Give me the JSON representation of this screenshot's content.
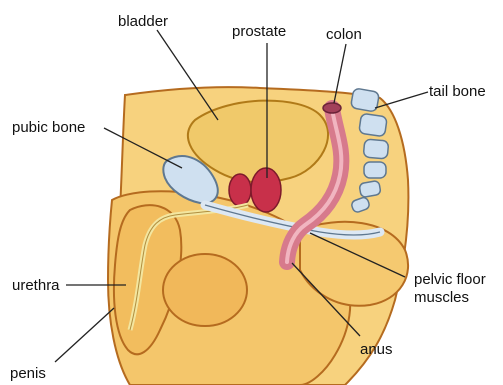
{
  "labels": {
    "bladder": "bladder",
    "prostate": "prostate",
    "colon": "colon",
    "tail_bone": "tail bone",
    "pubic_bone": "pubic bone",
    "urethra": "urethra",
    "pelvic_floor_muscles_line1": "pelvic floor",
    "pelvic_floor_muscles_line2": "muscles",
    "anus": "anus",
    "penis": "penis"
  },
  "colors": {
    "skin": "#f7d27e",
    "skin_shadow": "#e7a34a",
    "outline": "#b56b1f",
    "bladder": "#f0c96a",
    "prostate": "#c8304a",
    "colon": "#d77a8c",
    "bone": "#cfe0f0",
    "line": "#222222"
  }
}
